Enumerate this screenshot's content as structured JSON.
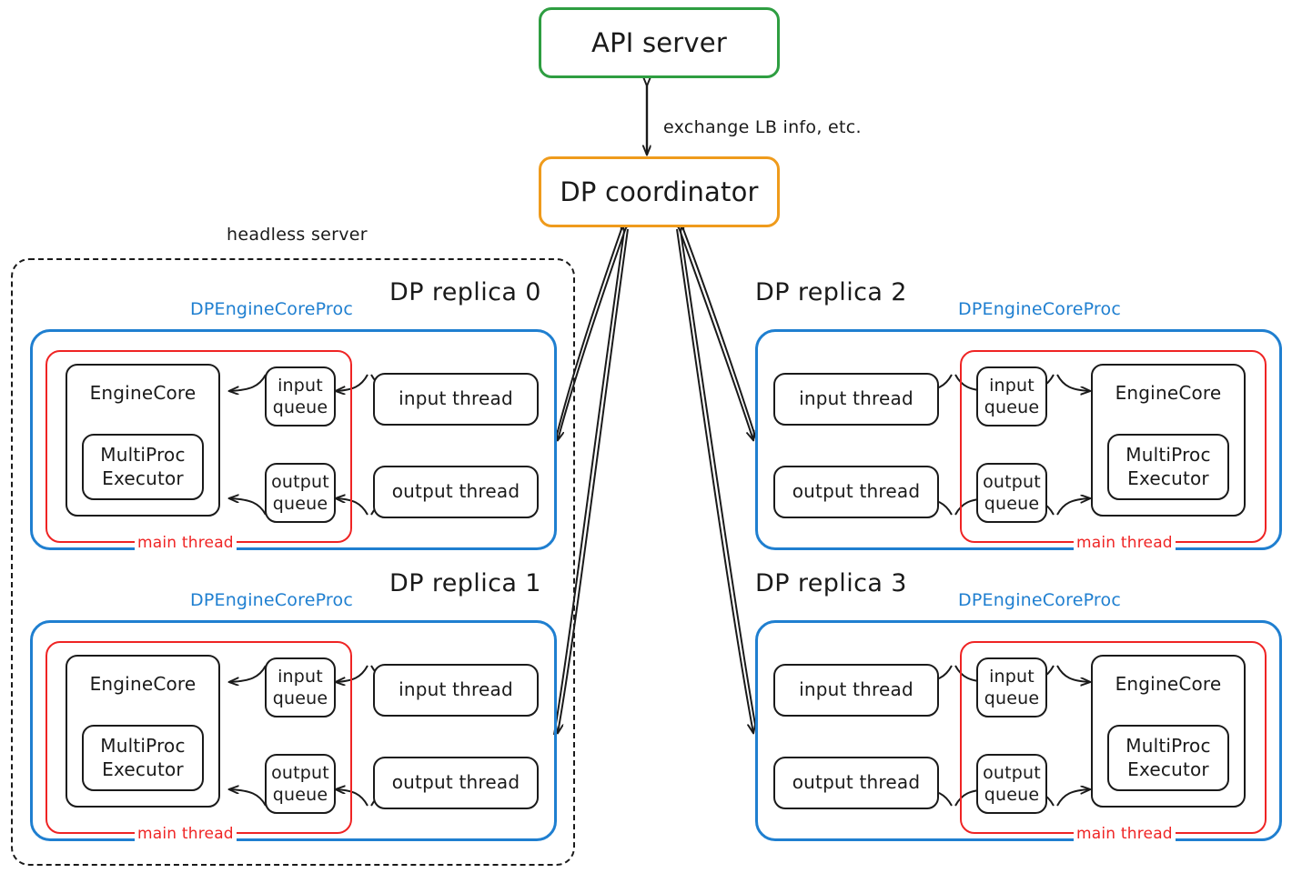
{
  "diagram": {
    "title_nodes": {
      "api_server": "API server",
      "dp_coordinator": "DP coordinator"
    },
    "edge_labels": {
      "coordinator_api": "exchange LB info, etc."
    },
    "group_labels": {
      "headless_server": "headless server"
    },
    "node_labels": {
      "engine_core": "EngineCore",
      "multiproc_executor_line1": "MultiProc",
      "multiproc_executor_line2": "Executor",
      "input_queue_line1": "input",
      "input_queue_line2": "queue",
      "output_queue_line1": "output",
      "output_queue_line2": "queue",
      "input_thread": "input thread",
      "output_thread": "output thread",
      "proc_label": "DPEngineCoreProc",
      "main_thread": "main thread"
    },
    "replicas": [
      {
        "id": 0,
        "title": "DP replica 0",
        "orientation": "left",
        "inside_headless": true
      },
      {
        "id": 1,
        "title": "DP replica 1",
        "orientation": "left",
        "inside_headless": true
      },
      {
        "id": 2,
        "title": "DP replica 2",
        "orientation": "right",
        "inside_headless": false
      },
      {
        "id": 3,
        "title": "DP replica 3",
        "orientation": "right",
        "inside_headless": false
      }
    ],
    "colors": {
      "api_server_border": "#2e9e41",
      "dp_coordinator_border": "#ef9b1c",
      "proc_border": "#1f7fd0",
      "main_thread_border": "#ef2424",
      "node_border": "#1a1a1a",
      "headless_border": "#1a1a1a",
      "background": "#ffffff"
    }
  }
}
